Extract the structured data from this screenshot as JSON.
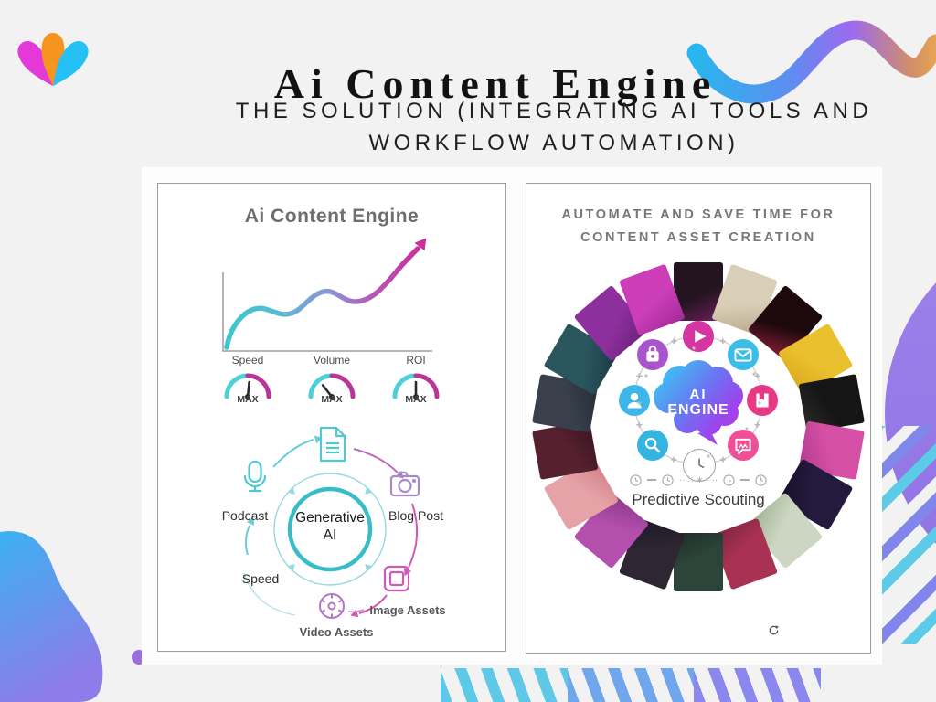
{
  "header": {
    "title": "Ai Content Engine",
    "subtitle_line1": "THE SOLUTION (INTEGRATING AI TOOLS AND",
    "subtitle_line2": "WORKFLOW AUTOMATION)"
  },
  "left_panel": {
    "title": "Ai Content Engine",
    "gauges": [
      {
        "label": "Speed",
        "value": "MAX",
        "needle_deg": 6
      },
      {
        "label": "Volume",
        "value": "MAX",
        "needle_deg": -38
      },
      {
        "label": "ROI",
        "value": "MAX",
        "needle_deg": 0
      }
    ],
    "cycle": {
      "center_line1": "Generative",
      "center_line2": "AI",
      "labels": {
        "podcast": "Podcast",
        "blog_post": "Blog Post",
        "image_assets": "Image Assets",
        "video_assets": "Video Assets",
        "speed": "Speed"
      },
      "icons": [
        "microphone-icon",
        "document-icon",
        "camera-icon",
        "image-frame-icon",
        "video-lens-icon"
      ]
    }
  },
  "right_panel": {
    "title_line1": "AUTOMATE AND SAVE TIME FOR",
    "title_line2": "CONTENT ASSET CREATION",
    "engine_line1": "AI",
    "engine_line2": "ENGINE",
    "caption": "Predictive Scouting",
    "clock_row_glyphs": "·· ∷ ∗ · ··",
    "orbit_icons": [
      "play-icon",
      "mail-icon",
      "book-icon",
      "chat-icon",
      "clock-icon",
      "search-icon",
      "user-icon",
      "bag-icon"
    ],
    "ring": [
      {
        "c1": "#241420",
        "c2": "#6e1f5e"
      },
      {
        "c1": "#d9cfb8",
        "c2": "#b9a98c"
      },
      {
        "c1": "#1d090c",
        "c2": "#8e1f3a"
      },
      {
        "c1": "#eac02f",
        "c2": "#d9a81e"
      },
      {
        "c1": "#151515",
        "c2": "#2b2b2b"
      },
      {
        "c1": "#d54fa4",
        "c2": "#b03a8c"
      },
      {
        "c1": "#241a3e",
        "c2": "#171028"
      },
      {
        "c1": "#ccd6c2",
        "c2": "#9eb394"
      },
      {
        "c1": "#a93252",
        "c2": "#7e2440"
      },
      {
        "c1": "#2c443a",
        "c2": "#1c2f28"
      },
      {
        "c1": "#2e2633",
        "c2": "#1d1824"
      },
      {
        "c1": "#b44fae",
        "c2": "#8a3a88"
      },
      {
        "c1": "#e5a3a8",
        "c2": "#d27f8a"
      },
      {
        "c1": "#56202f",
        "c2": "#3a1520"
      },
      {
        "c1": "#39404b",
        "c2": "#262c35"
      },
      {
        "c1": "#2b565e",
        "c2": "#1b3a42"
      },
      {
        "c1": "#8e2f9e",
        "c2": "#6a2278"
      },
      {
        "c1": "#cb3eb8",
        "c2": "#a32a96"
      }
    ]
  },
  "colors": {
    "background": "#f2f2f3",
    "teal": "#45cbd3",
    "chart_magenta": "#c9309e",
    "gauge_cyan": "#4fd0d7",
    "gauge_magenta": "#bb3597",
    "panel_title_gray": "#6d6e71",
    "brain_cyan": "#38c9f3",
    "brain_purple": "#b33ae3",
    "orbit_play_pink": "#d4359e",
    "orbit_cyan": "#3cbde8",
    "deco_purple": "#9d82ea",
    "deco_blue": "#8a88ee",
    "deco_cyan": "#5dc9e7"
  }
}
